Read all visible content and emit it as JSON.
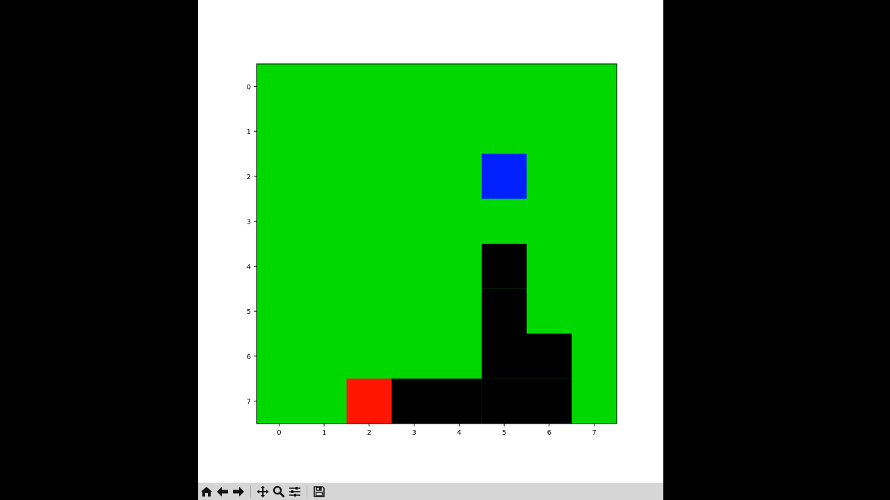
{
  "toolbar": {
    "buttons": [
      {
        "icon": "home-icon"
      },
      {
        "icon": "back-arrow-icon"
      },
      {
        "icon": "forward-arrow-icon"
      },
      {
        "icon": "pan-icon"
      },
      {
        "icon": "zoom-magnifier-icon"
      },
      {
        "icon": "configure-subplots-icon"
      },
      {
        "icon": "save-icon"
      }
    ]
  },
  "chart_data": {
    "type": "heatmap",
    "title": "",
    "xlabel": "",
    "ylabel": "",
    "grid": false,
    "x_ticks": [
      "0",
      "1",
      "2",
      "3",
      "4",
      "5",
      "6",
      "7"
    ],
    "y_ticks": [
      "0",
      "1",
      "2",
      "3",
      "4",
      "5",
      "6",
      "7"
    ],
    "xlim": [
      -0.5,
      7.5
    ],
    "ylim": [
      7.5,
      -0.5
    ],
    "colors": {
      "background": "#00d900",
      "snake_body": "#000000",
      "snake_head": "#ff1600",
      "food": "#0020ff"
    },
    "cells": [
      {
        "x": 5,
        "y": 2,
        "kind": "food"
      },
      {
        "x": 5,
        "y": 4,
        "kind": "snake_body"
      },
      {
        "x": 5,
        "y": 5,
        "kind": "snake_body"
      },
      {
        "x": 5,
        "y": 6,
        "kind": "snake_body"
      },
      {
        "x": 6,
        "y": 6,
        "kind": "snake_body"
      },
      {
        "x": 6,
        "y": 7,
        "kind": "snake_body"
      },
      {
        "x": 5,
        "y": 7,
        "kind": "snake_body"
      },
      {
        "x": 4,
        "y": 7,
        "kind": "snake_body"
      },
      {
        "x": 3,
        "y": 7,
        "kind": "snake_body"
      },
      {
        "x": 2,
        "y": 7,
        "kind": "snake_head"
      }
    ]
  }
}
